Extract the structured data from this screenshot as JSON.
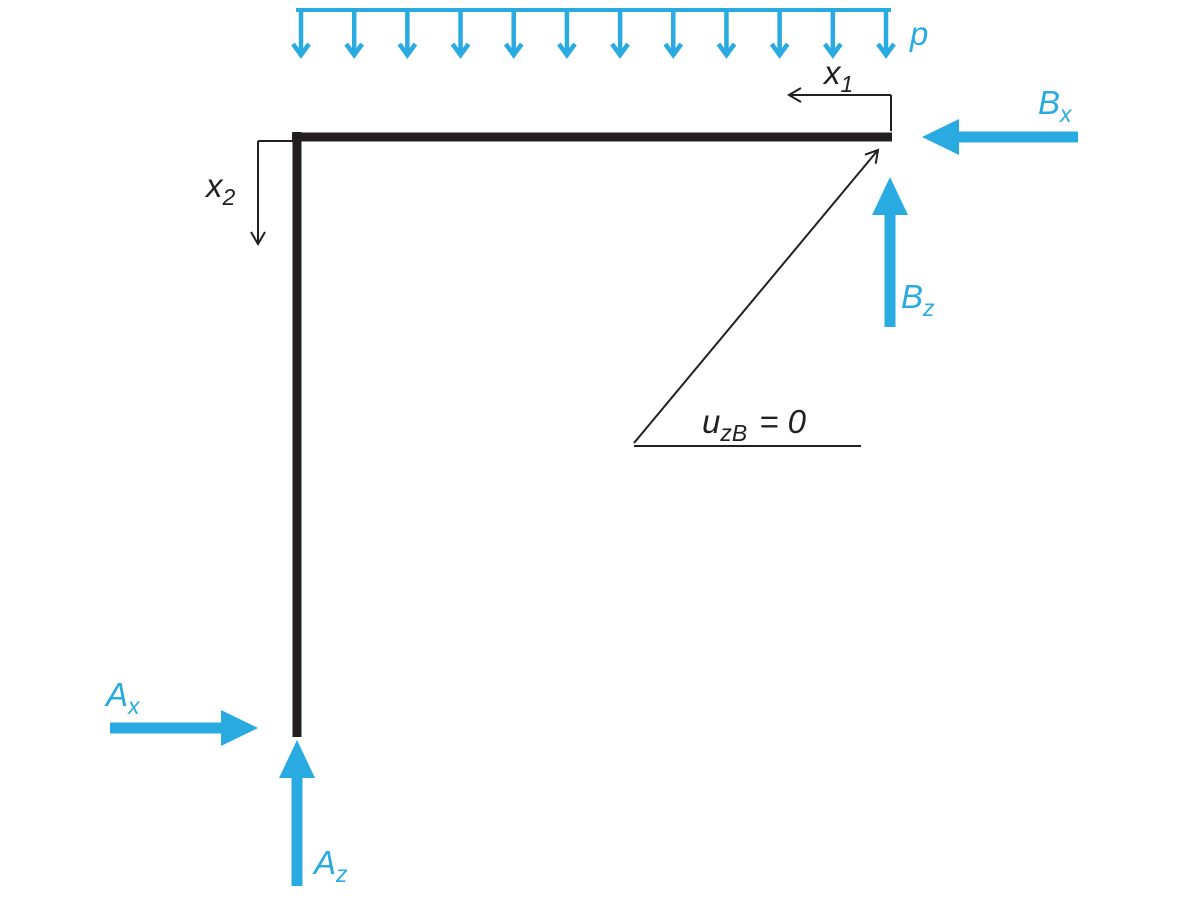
{
  "colors": {
    "accent": "#29ABE2",
    "ink": "#231F20",
    "background": "#FFFFFF"
  },
  "distributed_load": {
    "label": {
      "base": "p",
      "sub": ""
    },
    "arrow_count": 12
  },
  "coordinates": {
    "x1": {
      "base": "x",
      "sub": "1"
    },
    "x2": {
      "base": "x",
      "sub": "2"
    }
  },
  "reactions": {
    "Bx": {
      "base": "B",
      "sub": "x"
    },
    "Bz": {
      "base": "B",
      "sub": "z"
    },
    "Ax": {
      "base": "A",
      "sub": "x"
    },
    "Az": {
      "base": "A",
      "sub": "z"
    }
  },
  "condition": {
    "base": "u",
    "sub": "zB",
    "equals": "= 0"
  }
}
